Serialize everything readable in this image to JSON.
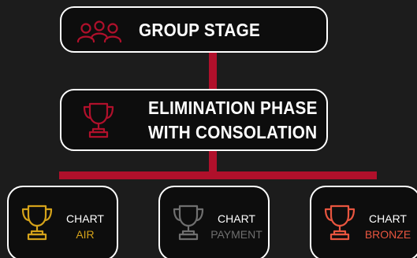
{
  "stages": {
    "group": {
      "label": "GROUP STAGE",
      "icon": "group-users-icon"
    },
    "elimination": {
      "line1": "ELIMINATION PHASE",
      "line2": "WITH CONSOLATION",
      "icon": "trophy-icon"
    }
  },
  "charts": [
    {
      "title": "CHART",
      "subtitle": "AIR",
      "color": "#d4a21a",
      "icon": "trophy-icon"
    },
    {
      "title": "CHART",
      "subtitle": "PAYMENT",
      "color": "#6f6f6f",
      "icon": "trophy-icon"
    },
    {
      "title": "CHART",
      "subtitle": "BRONZE",
      "color": "#e8553f",
      "icon": "trophy-icon"
    }
  ],
  "colors": {
    "connector": "#b0102b",
    "group_icon": "#b0102b",
    "elimination_icon": "#b0102b",
    "background": "#1c1c1c",
    "border": "#ffffff"
  }
}
